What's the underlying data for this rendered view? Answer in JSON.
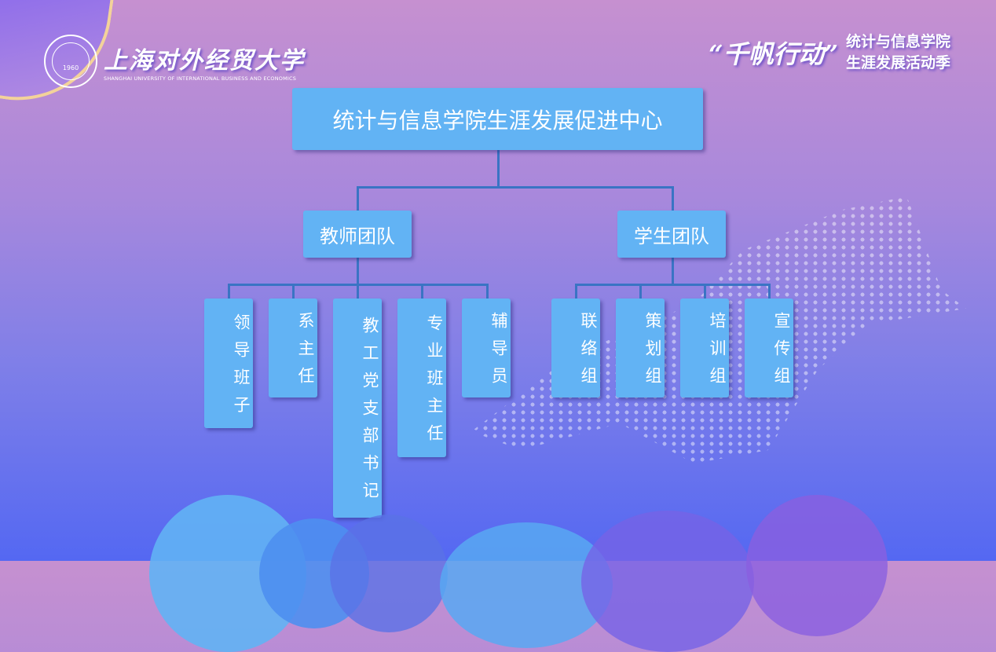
{
  "header": {
    "university_cn": "上海对外经贸大学",
    "university_en": "SHANGHAI UNIVERSITY OF INTERNATIONAL BUSINESS AND ECONOMICS",
    "seal_year": "1960",
    "slogan": "“千帆行动”",
    "event_line1": "统计与信息学院",
    "event_line2": "生涯发展活动季"
  },
  "org": {
    "root": "统计与信息学院生涯发展促进中心",
    "teams": [
      {
        "label": "教师团队",
        "children": [
          "领导班子",
          "系主任",
          "教工党支部书记",
          "专业班主任",
          "辅导员"
        ]
      },
      {
        "label": "学生团队",
        "children": [
          "联络组",
          "策划组",
          "培训组",
          "宣传组"
        ]
      }
    ]
  }
}
